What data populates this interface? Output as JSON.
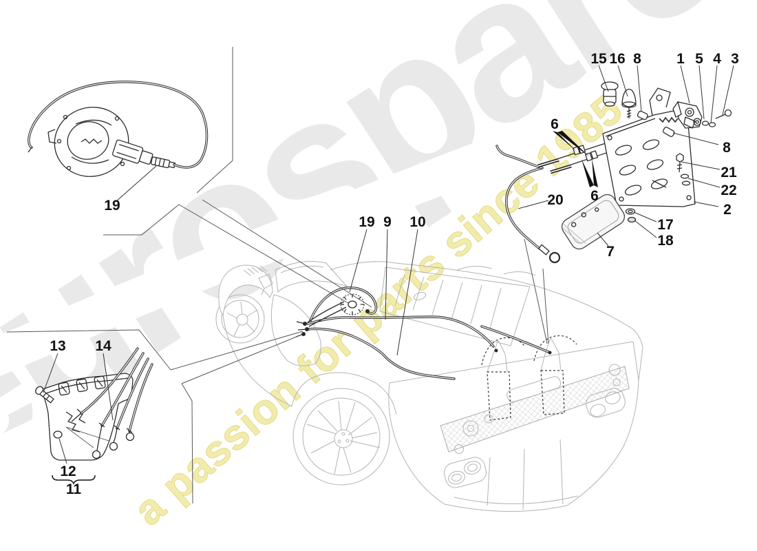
{
  "watermark": {
    "brand": "eurospares",
    "tagline": "a passion for parts since 1985"
  },
  "colors": {
    "brand_gray": "#e9e9e9",
    "tagline_yellow": "#f0e99b",
    "line_dark": "#2b2b2b",
    "line_light": "#b3b3b3",
    "label_black": "#111111"
  },
  "callouts": [
    {
      "n": "19"
    },
    {
      "n": "15"
    },
    {
      "n": "16"
    },
    {
      "n": "8"
    },
    {
      "n": "1"
    },
    {
      "n": "5"
    },
    {
      "n": "4"
    },
    {
      "n": "3"
    },
    {
      "n": "6"
    },
    {
      "n": "6"
    },
    {
      "n": "20"
    },
    {
      "n": "8"
    },
    {
      "n": "21"
    },
    {
      "n": "22"
    },
    {
      "n": "2"
    },
    {
      "n": "17"
    },
    {
      "n": "18"
    },
    {
      "n": "7"
    },
    {
      "n": "19"
    },
    {
      "n": "9"
    },
    {
      "n": "10"
    },
    {
      "n": "13"
    },
    {
      "n": "14"
    },
    {
      "n": "12"
    },
    {
      "n": "11"
    }
  ]
}
